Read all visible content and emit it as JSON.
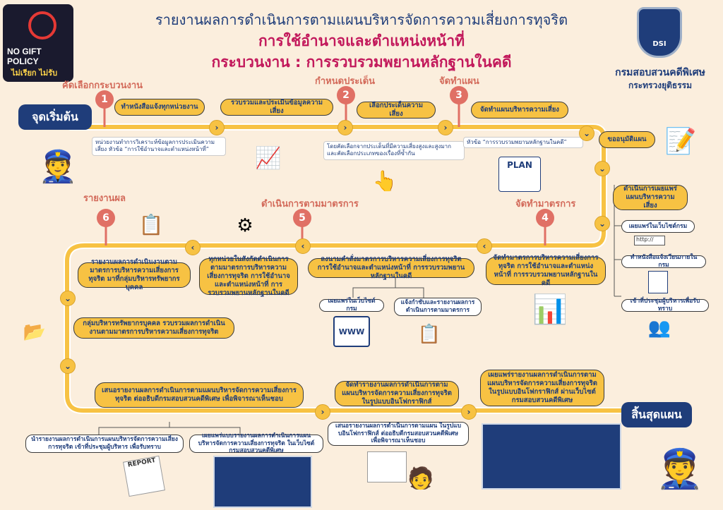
{
  "header": {
    "title_line1": "รายงานผลการดำเนินการตามแผนบริหารจัดการความเสี่ยงการทุจริต",
    "title_line2": "การใช้อำนาจและตำแหน่งหน้าที่",
    "title_line3": "กระบวนงาน : การรวบรวมพยานหลักฐานในคดี"
  },
  "logo_left": {
    "brand": "NO GIFT POLICY",
    "slogan": "ไม่เรียก ไม่รับ"
  },
  "logo_right": {
    "org": "กรมสอบสวนคดีพิเศษ",
    "ministry": "กระทรวงยุติธรรม",
    "badge": "DSI"
  },
  "start_label": "จุดเริ่มต้น",
  "end_label": "สิ้นสุดแผน",
  "stages": {
    "s1": {
      "num": "1",
      "label": "คัดเลือกกระบวนงาน"
    },
    "s2": {
      "num": "2",
      "label": "กำหนดประเด็น"
    },
    "s3": {
      "num": "3",
      "label": "จัดทำแผน"
    },
    "s4": {
      "num": "4",
      "label": "จัดทำมาตรการ"
    },
    "s5": {
      "num": "5",
      "label": "ดำเนินการตามมาตรการ"
    },
    "s6": {
      "num": "6",
      "label": "รายงานผล"
    }
  },
  "boxes": {
    "b1": "ทำหนังสือแจ้งทุกหน่วยงาน",
    "b2": "รวบรวมและประเมินข้อมูลความเสี่ยง",
    "b3": "เลือกประเด็นความเสี่ยง",
    "b4": "จัดทำแผนบริหารความเสี่ยง",
    "b5": "ขออนุมัติแผน",
    "b6": "ดำเนินการเผยแพร่แผนบริหารความเสี่ยง",
    "b7": "จัดทำมาตรการบริหารความเสี่ยงการทุจริต การใช้อำนาจและตำแหน่งหน้าที่ การรวบรวมพยานหลักฐานในคดี",
    "b8": "ลงนามคำสั่งมาตรการบริหารความเสี่ยงการทุจริต การใช้อำนาจและตำแหน่งหน้าที่ การรวบรวมพยานหลักฐานในคดี",
    "b9": "ทุกหน่วยในสังกัดดำเนินการตามมาตรการบริหารความเสี่ยงการทุจริต การใช้อำนาจและตำแหน่งหน้าที่ การรวบรวมพยานหลักฐานในคดี",
    "b10": "รายงานผลการดำเนินงานตามมาตรการบริหารความเสี่ยงการทุจริต มาที่กลุ่มบริหารทรัพยากรบุคคล",
    "b11": "กลุ่มบริหารทรัพยากรบุคคล รวบรวมผลการดำเนินงานตามมาตรการบริหารความเสี่ยงการทุจริต",
    "b12": "เสนอรายงานผลการดำเนินการตามแผนบริหารจัดการความเสี่ยงการทุจริต ต่ออธิบดีกรมสอบสวนคดีพิเศษ เพื่อพิจารณาเห็นชอบ",
    "b13": "จัดทำรายงานผลการดำเนินการตามแผนบริหารจัดการความเสี่ยงการทุจริต ในรูปแบบอินโฟกราฟิกส์",
    "b14": "เผยแพร่รายงานผลการดำเนินการตามแผนบริหารจัดการความเสี่ยงการทุจริต ในรูปแบบอินโฟกราฟิกส์ ผ่านเว็บไซต์กรมสอบสวนคดีพิเศษ"
  },
  "white_boxes": {
    "w1": "เผยแพร่ในเว็บไซต์กรม",
    "w2": "ทำหนังสือแจ้งเวียนภายในกรม",
    "w3": "เข้าที่ประชุมผู้บริหารเพื่อรับทราบ",
    "w4": "เผยแพร่ในเว็บไซต์กรม",
    "w5": "แจ้งกำชับและรายงานผลการดำเนินการตามมาตรการ",
    "w6": "นำรายงานผลการดำเนินการแผนบริหารจัดการความเสี่ยงการทุจริต เข้าที่ประชุมผู้บริหาร เพื่อรับทราบ",
    "w7": "เผยแพร่แบบรายงานผลการดำเนินการแผนบริหารจัดการความเสี่ยงการทุจริต ในเว็บไซต์กรมสอบสวนคดีพิเศษ",
    "w8": "เสนอรายงานผลการดำเนินการตามแผน ในรูปแบบอินโฟกราฟิกส์ ต่ออธิบดีกรมสอบสวนคดีพิเศษ เพื่อพิจารณาเห็นชอบ"
  },
  "notes": {
    "n1": "หน่วยงานทำการวิเคราะห์ข้อมูลการประเมินความเสี่ยง หัวข้อ “การใช้อำนาจและตำแหน่งหน้าที่”",
    "n2": "โดยคัดเลือกจากประเด็นที่มีความเสี่ยงสูงและสูงมาก และคัดเลือกประเภทของเรื่องที่ซ้ำกัน",
    "n3": "หัวข้อ “การรวบรวมพยานหลักฐานในคดี”"
  },
  "icons": {
    "plan_text": "PLAN",
    "report_text": "REPORT",
    "www_text": "WWW",
    "url_text": "http://"
  },
  "colors": {
    "navy": "#1f3d7a",
    "yellow": "#f7c243",
    "coral": "#e07065",
    "bg": "#fbeedd"
  }
}
